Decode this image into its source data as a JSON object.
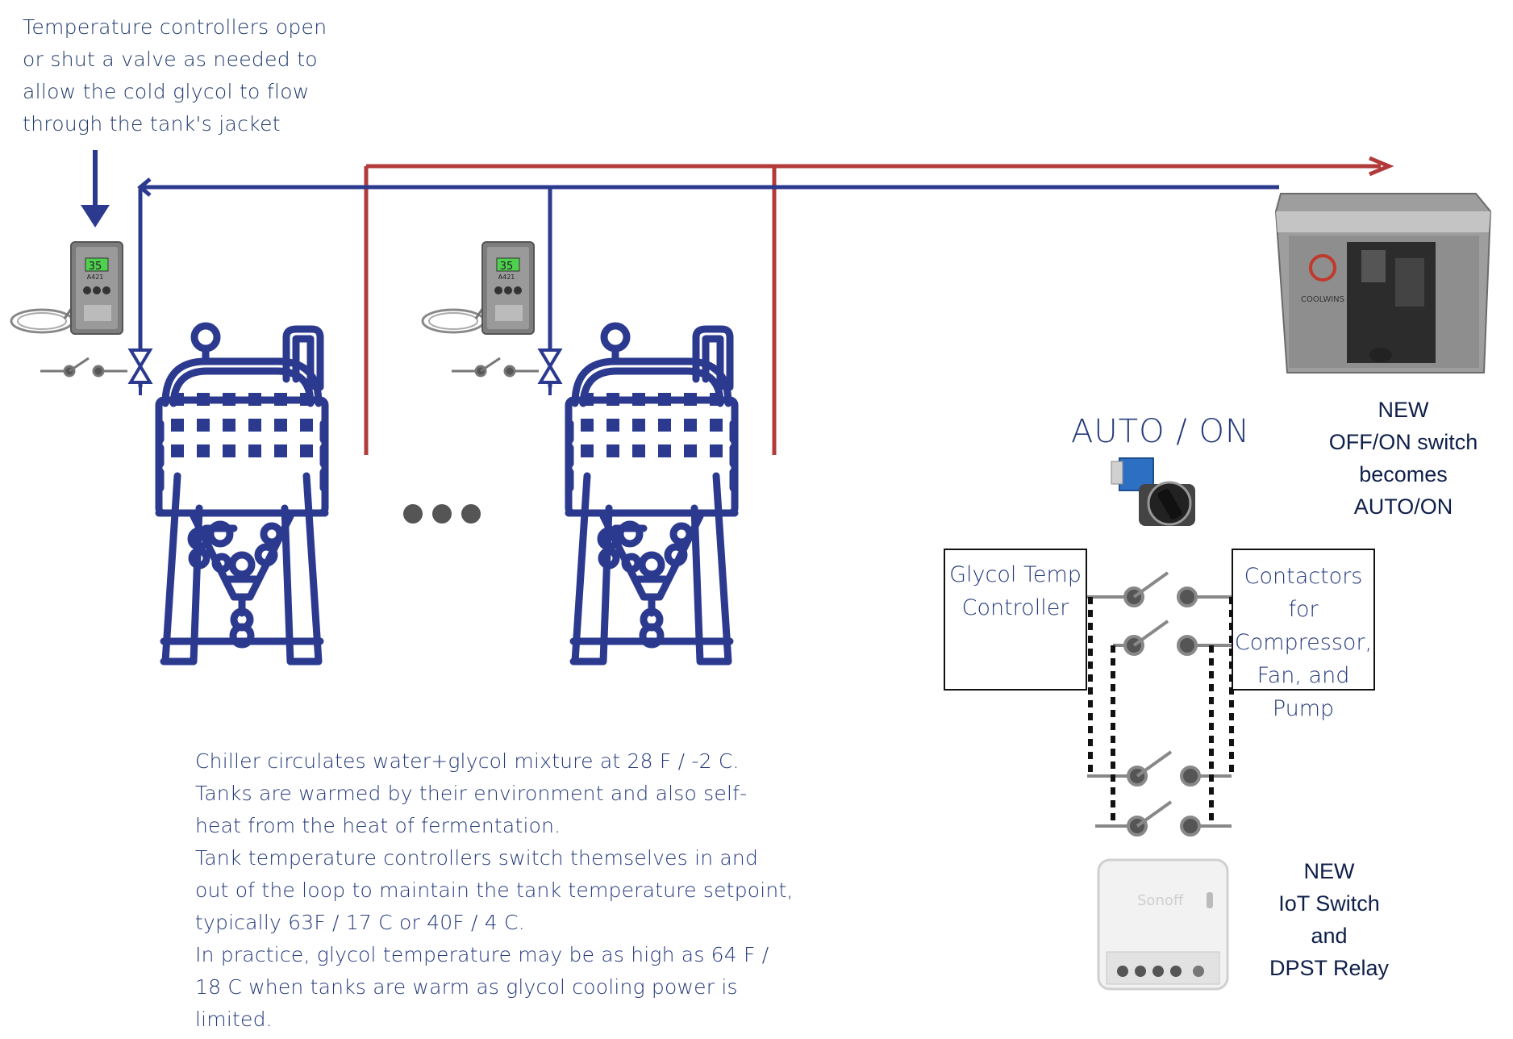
{
  "annotation": {
    "top_note": "Temperature controllers open\nor shut a valve as needed to\nallow the cold glycol to flow\nthrough the tank's jacket"
  },
  "description": {
    "lines": [
      "Chiller circulates water+glycol mixture at 28 F / -2 C.",
      "Tanks are warmed by their environment and also self-",
      "heat from the heat of fermentation.",
      "Tank temperature controllers switch themselves in and",
      "out of the loop to maintain the tank temperature setpoint,",
      "typically 63F / 17 C or 40F / 4 C.",
      "In practice, glycol temperature may be as high as 64 F /",
      "18 C when tanks are warm as glycol cooling power is",
      "limited."
    ]
  },
  "selector_label": "AUTO / ON",
  "chiller_note": "NEW\nOFF/ON switch\nbecomes\nAUTO/ON",
  "iot_note": "NEW\nIoT Switch\nand\nDPST Relay",
  "boxes": {
    "glycol_controller": "Glycol Temp\nController",
    "contactors": "Contactors for\nCompressor,\nFan, and\nPump"
  },
  "controller_display": {
    "reading": "35",
    "model": "A421"
  },
  "chiller_brand": "COOLWINS",
  "iot_device_brand": "Sonoff",
  "colors": {
    "supply_line": "#b23a3a",
    "return_line": "#2b3a8f",
    "tank": "#2b3a8f",
    "text": "#243a7a",
    "switch": "#666666"
  }
}
